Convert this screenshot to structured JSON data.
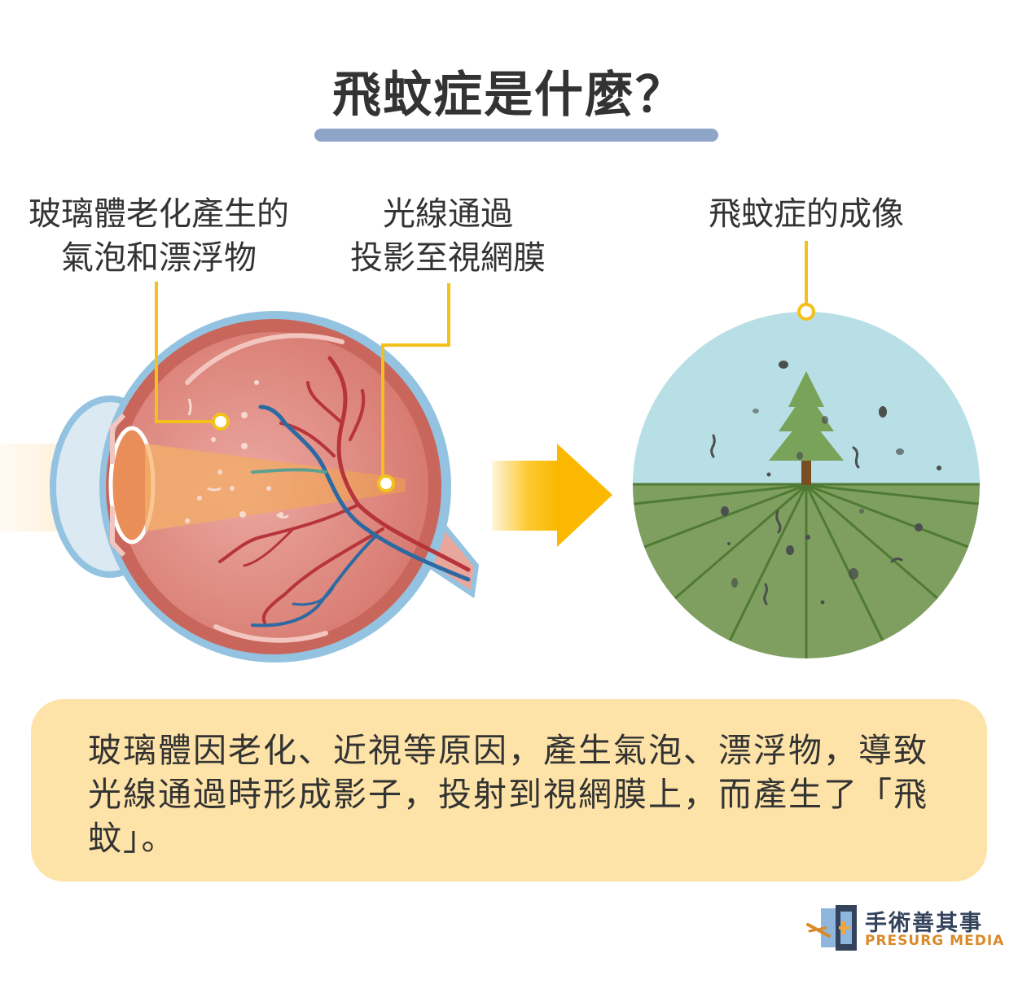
{
  "title": "飛蚊症是什麼？",
  "labels": {
    "floaters": [
      "玻璃體老化產生的",
      "氣泡和漂浮物"
    ],
    "light": [
      "光線通過",
      "投影至視網膜"
    ],
    "image": [
      "飛蚊症的成像"
    ]
  },
  "caption": "玻璃體因老化、近視等原因，產生氣泡、漂浮物，導致光線通過時形成影子，投射到視網膜上，而產生了「飛蚊」。",
  "brand": {
    "name_cn": "手術善其事",
    "name_en": "PRESURG MEDIA"
  },
  "colors": {
    "title_bar": "#8fa4c9",
    "callout": "#f2c11b",
    "arrow": "#fbb800",
    "caption_bg": "#fde3a7",
    "sky": "#b7dfe5",
    "ground": "#7e9f5f",
    "eye_tissue": "#c9665c",
    "eye_outer": "#93c3e0"
  },
  "icons": {
    "arrow": "right-arrow-icon",
    "logo": "presurg-logo-icon"
  }
}
